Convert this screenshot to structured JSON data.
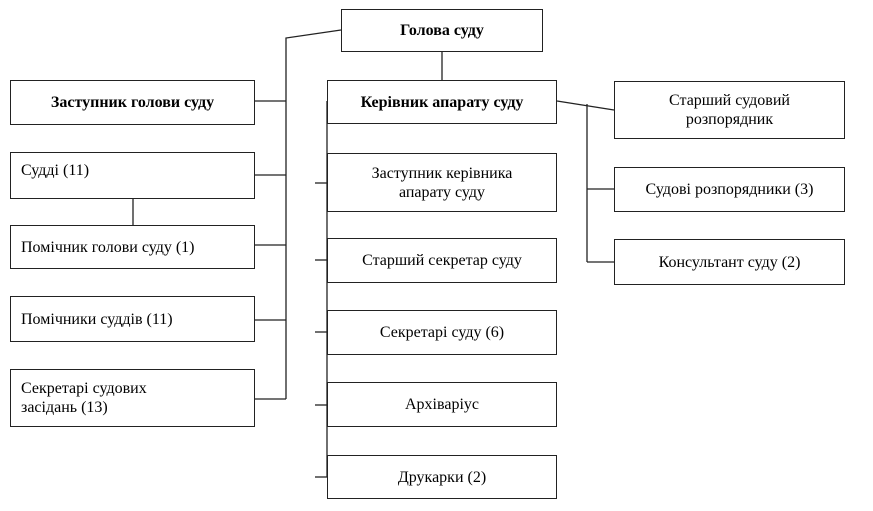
{
  "chart": {
    "head": "Голова суду",
    "deputy_head": "Заступник голови суду",
    "judges": "Судді  (11)",
    "head_assistant": "Помічник голови суду (1)",
    "judges_assistants": "Помічники суддів  (11)",
    "session_secretaries": "Секретарі судових\nзасідань (13)",
    "office_head": "Керівник апарату суду",
    "office_deputy": "Заступник керівника\nапарату суду",
    "senior_secretary": "Старший секретар суду",
    "court_secretaries": "Секретарі суду (6)",
    "archivist": "Архіваріус",
    "typists": "Друкарки (2)",
    "senior_clerk": "Старший судовий\nрозпорядник",
    "clerks": "Судові розпорядники (3)",
    "consultant": "Консультант суду (2)"
  }
}
